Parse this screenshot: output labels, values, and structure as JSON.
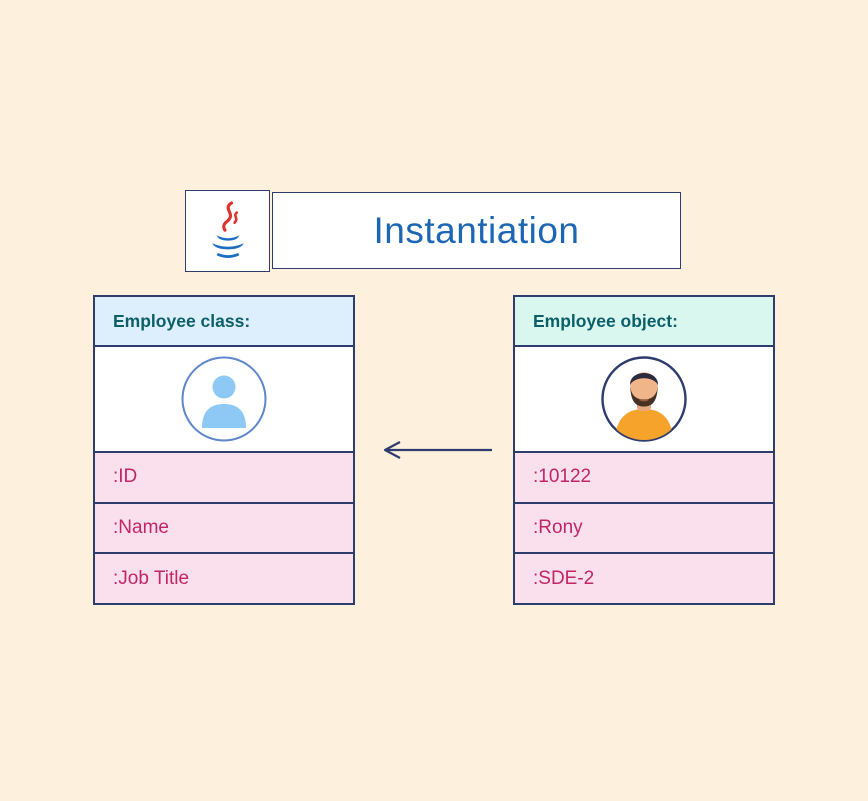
{
  "header": {
    "title": "Instantiation"
  },
  "cards": {
    "class": {
      "title": "Employee class:",
      "rows": [
        ":ID",
        ":Name",
        ":Job Title"
      ]
    },
    "object": {
      "title": "Employee object:",
      "rows": [
        ":10122",
        ":Rony",
        ":SDE-2"
      ]
    }
  },
  "icons": {
    "logo": "java-logo-icon",
    "class_avatar": "generic-user-icon",
    "object_avatar": "man-avatar-icon",
    "arrow": "left-arrow-icon"
  },
  "colors": {
    "background": "#fdf1de",
    "border": "#2f3c6e",
    "title_text": "#1d66b4",
    "card_title_text": "#0c5f68",
    "class_header_bg": "#ddeefd",
    "object_header_bg": "#d9f7ef",
    "row_bg": "#fae0ed",
    "row_text": "#c02668",
    "arrow": "#2f3c6e",
    "avatar_blue": "#8ec9f5",
    "shirt_orange": "#f5a32a"
  }
}
